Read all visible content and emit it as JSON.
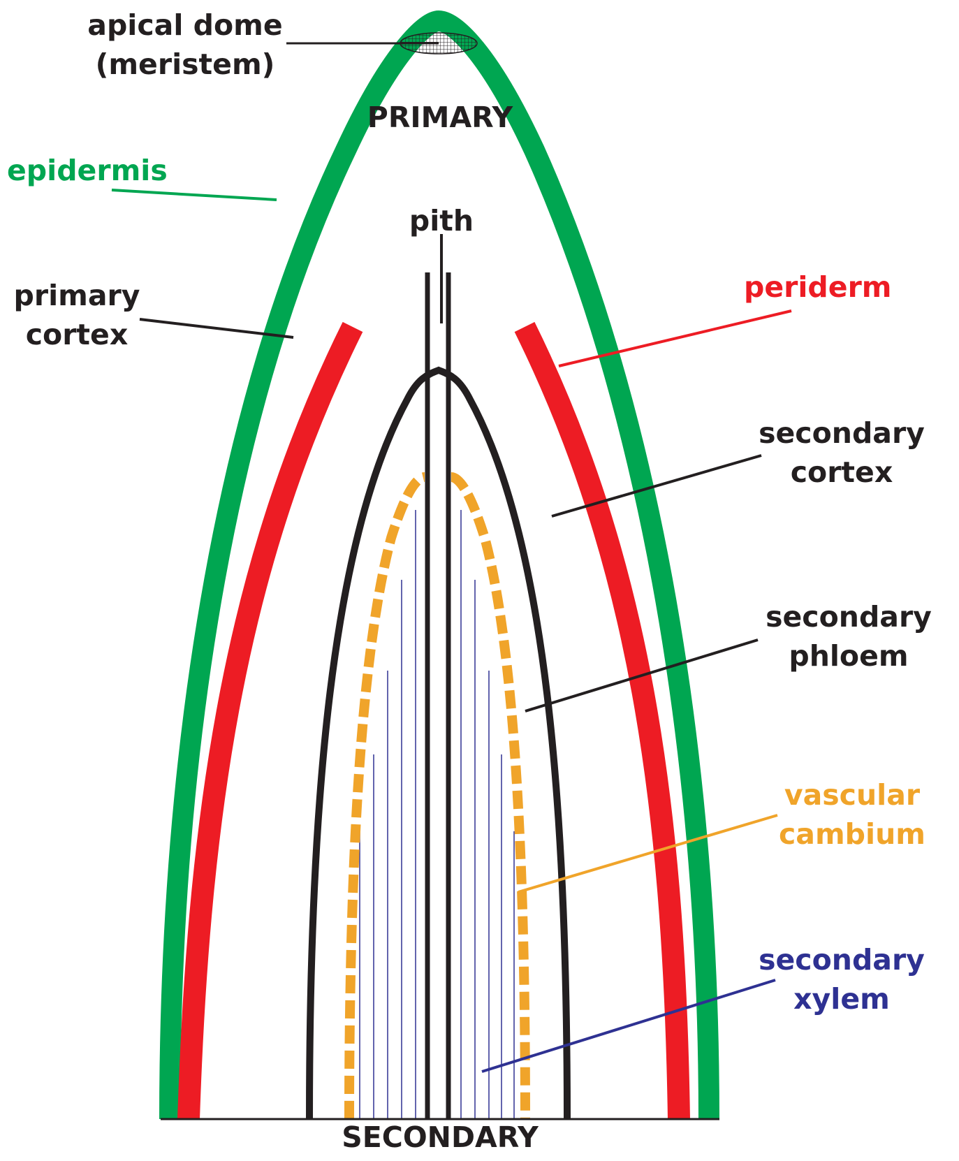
{
  "diagram": {
    "zones": {
      "primary": "PRIMARY",
      "secondary": "SECONDARY"
    },
    "labels": {
      "apical_dome": [
        "apical dome",
        "(meristem)"
      ],
      "epidermis": "epidermis",
      "pith": "pith",
      "primary_cortex": [
        "primary",
        "cortex"
      ],
      "periderm": "periderm",
      "secondary_cortex": [
        "secondary",
        "cortex"
      ],
      "secondary_phloem": [
        "secondary",
        "phloem"
      ],
      "vascular_cambium": [
        "vascular",
        "cambium"
      ],
      "secondary_xylem": [
        "secondary",
        "xylem"
      ]
    },
    "colors": {
      "epidermis": "#00a651",
      "periderm": "#ed1c24",
      "vascular_cambium": "#f0a42a",
      "secondary_xylem": "#2e3192",
      "text": "#231f20"
    }
  }
}
